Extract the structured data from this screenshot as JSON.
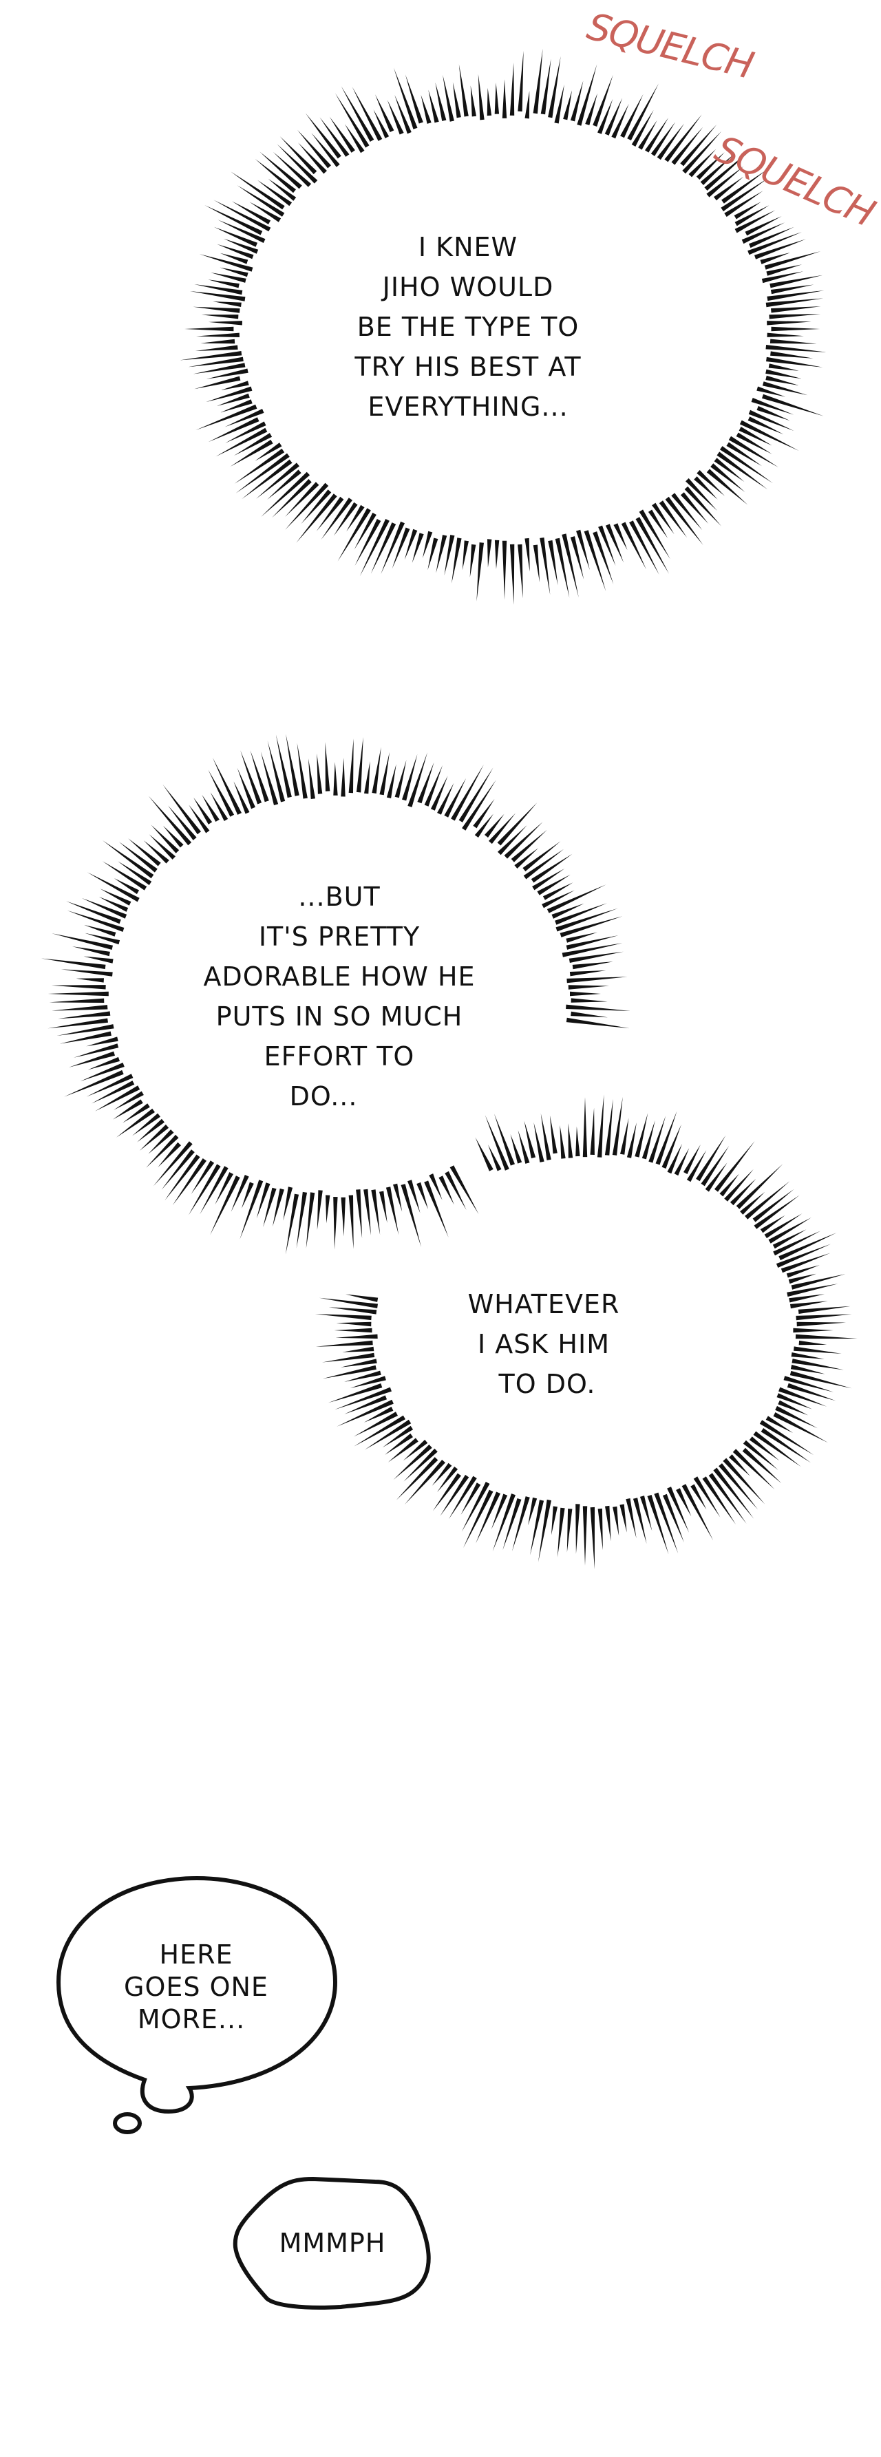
{
  "colors": {
    "sfx": "#c9625a",
    "ink": "#111111",
    "background": "#ffffff"
  },
  "sfx": [
    "SQUELCH",
    "SQUELCH"
  ],
  "bubbles": {
    "monologue_1": [
      "I KNEW",
      "JIHO WOULD",
      "BE THE TYPE TO",
      "TRY HIS BEST AT",
      "EVERYTHING..."
    ],
    "monologue_2": [
      "...BUT",
      "IT'S PRETTY",
      "ADORABLE HOW HE",
      "PUTS IN SO MUCH",
      "EFFORT TO",
      "DO..."
    ],
    "monologue_3": [
      "WHATEVER",
      "I ASK HIM",
      "TO DO."
    ],
    "thought": [
      "HERE",
      "GOES ONE",
      "MORE..."
    ],
    "speech": [
      "MMMPH"
    ]
  }
}
